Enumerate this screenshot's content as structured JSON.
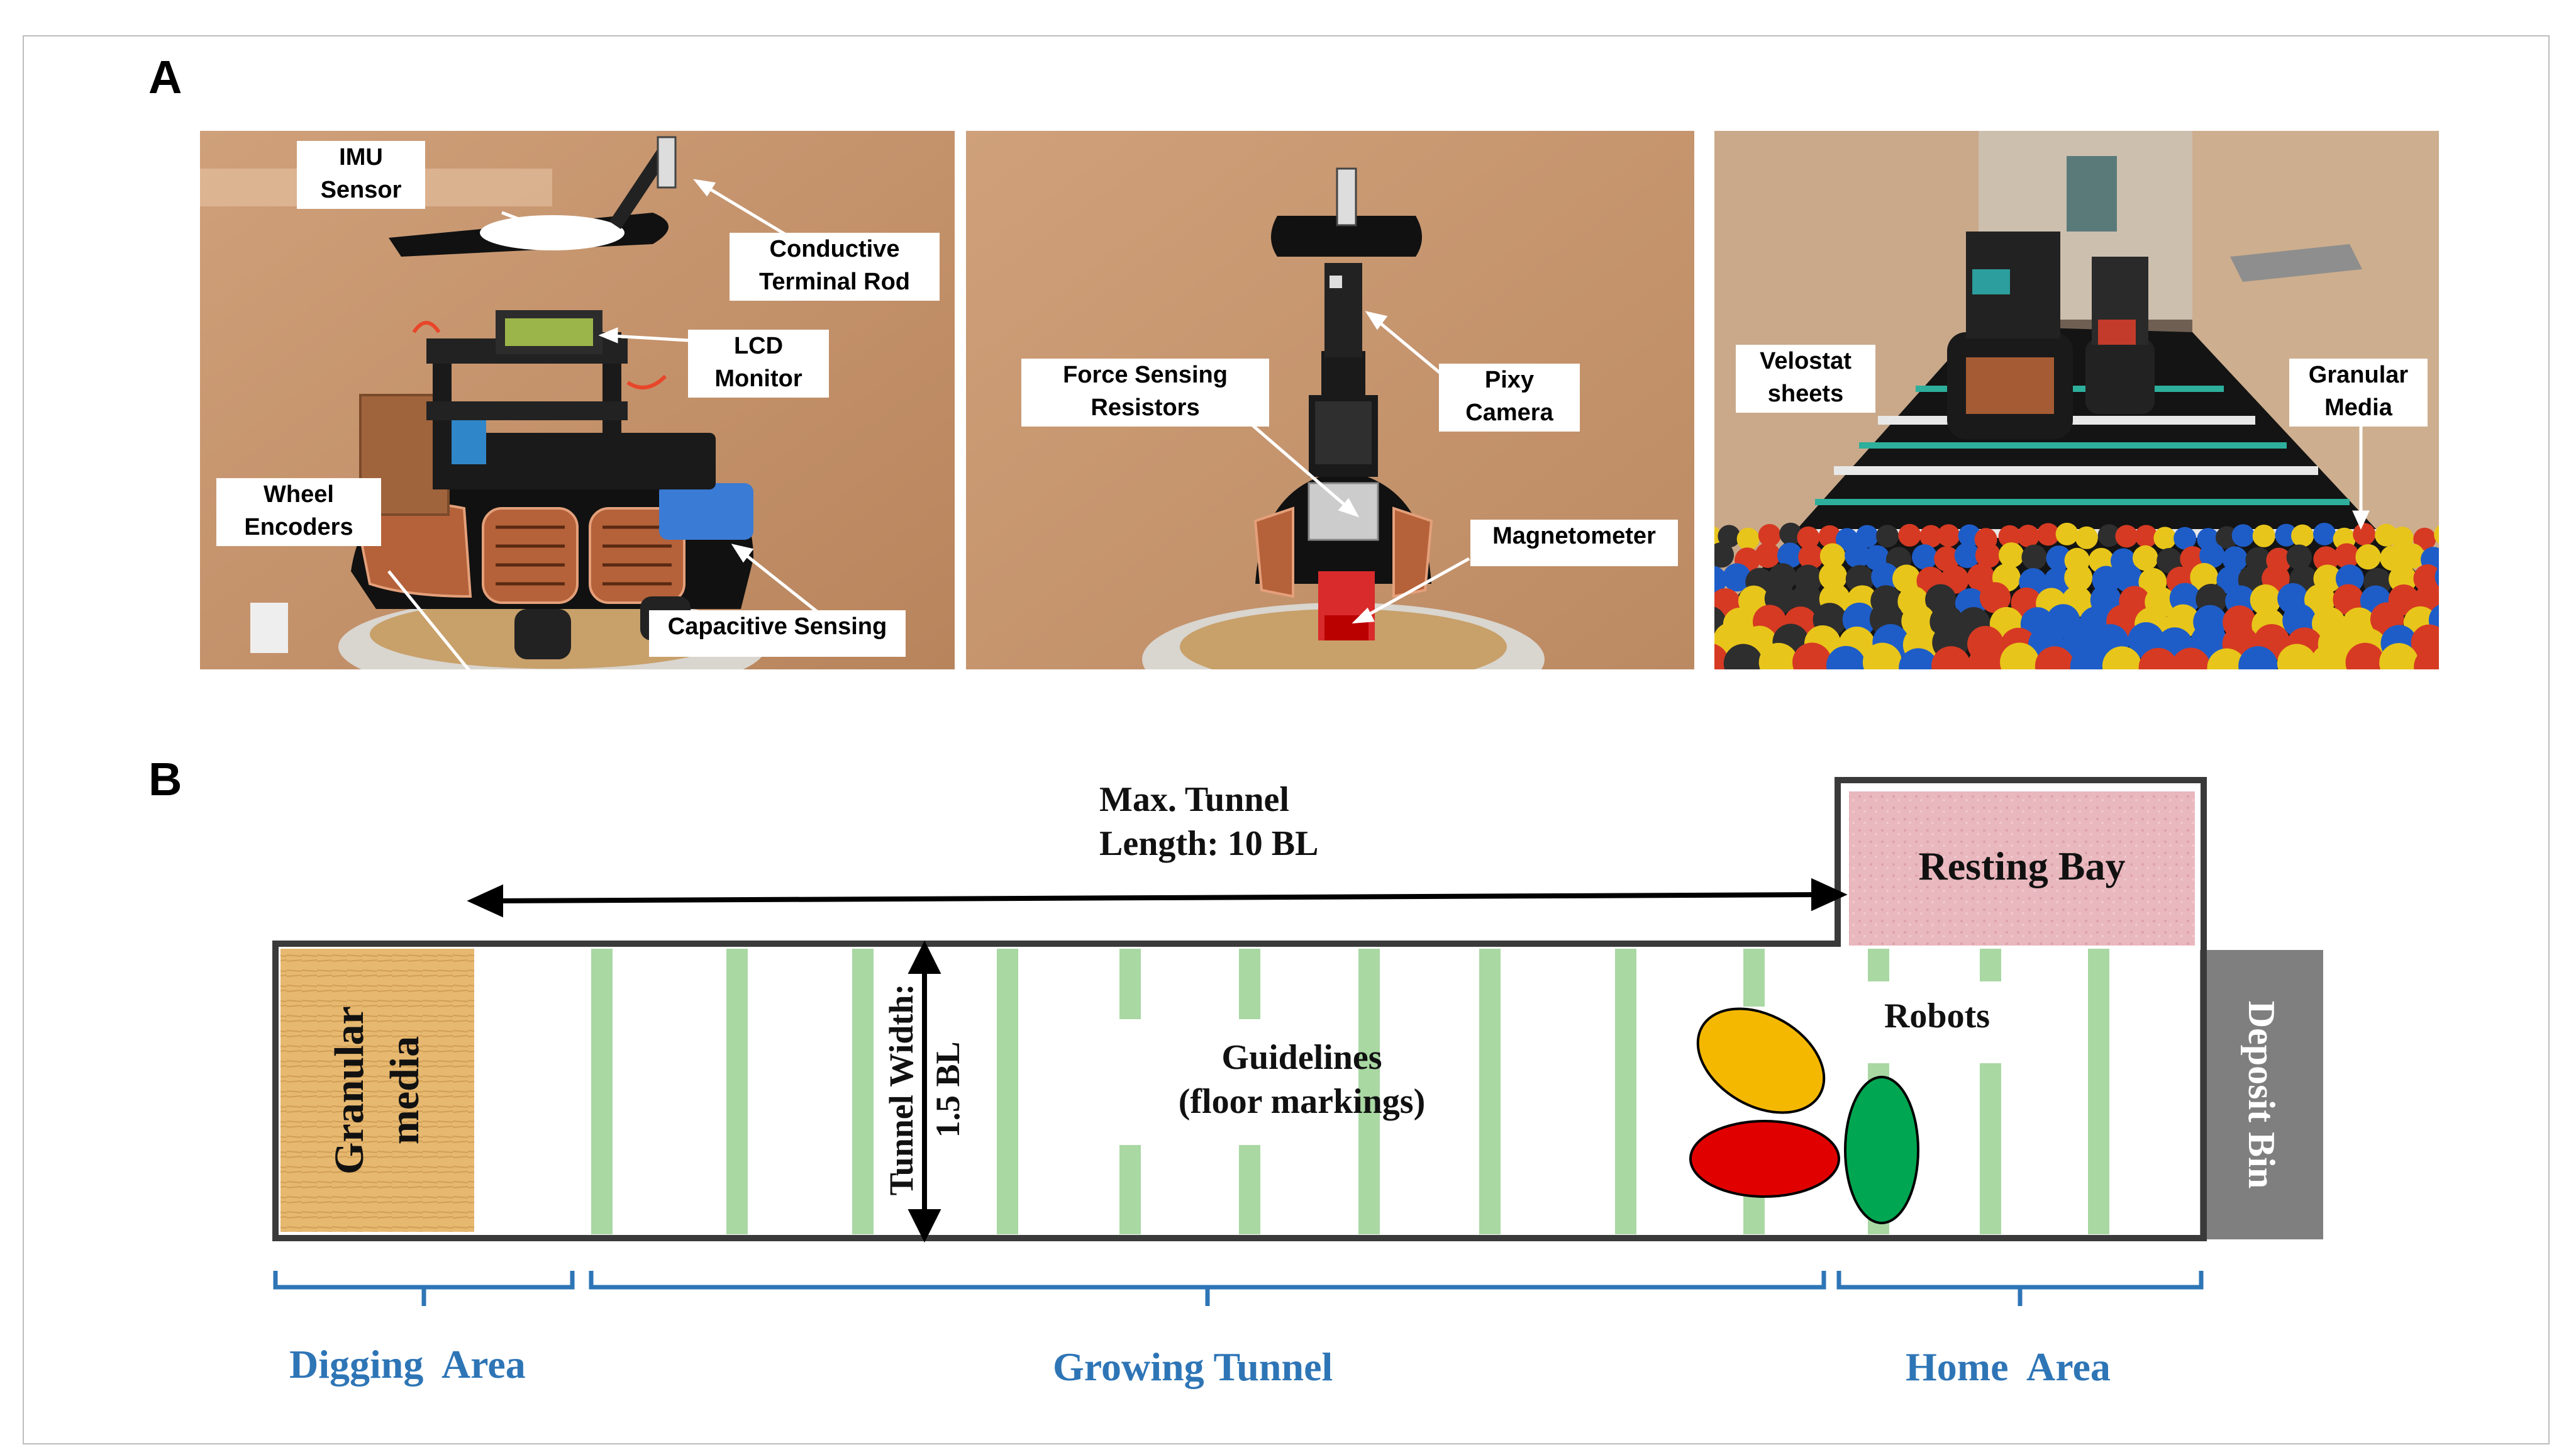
{
  "panel_a": {
    "letter": "A",
    "photo_left": {
      "callouts": {
        "imu": "IMU\nSensor",
        "rod": "Conductive\nTerminal Rod",
        "lcd": "LCD\nMonitor",
        "wheel": "Wheel\nEncoders",
        "capacitive": "Capacitive Sensing"
      }
    },
    "photo_middle": {
      "callouts": {
        "force": "Force Sensing\nResistors",
        "pixy": "Pixy\nCamera",
        "magnetometer": "Magnetometer"
      }
    },
    "photo_right": {
      "callouts": {
        "velostat": "Velostat\nsheets",
        "granular": "Granular\nMedia"
      }
    }
  },
  "panel_b": {
    "letter": "B",
    "max_tunnel": "Max. Tunnel\nLength: 10 BL",
    "resting_bay": "Resting Bay",
    "granular_media": "Granular\nmedia",
    "tunnel_width": "Tunnel Width:\n1.5 BL",
    "guidelines": "Guidelines\n(floor markings)",
    "robots": "Robots",
    "deposit_bin": "Deposit Bin",
    "areas": {
      "digging": "Digging  Area",
      "growing": "Growing Tunnel",
      "home": "Home  Area"
    },
    "colors": {
      "bracket_blue": "#2E75B6",
      "guideline_green": "#A9D8A3",
      "robot_yellow": "#F5B800",
      "robot_red": "#E00000",
      "robot_green": "#00A651",
      "resting_pink": "#E8B4BC",
      "deposit_gray": "#7F7F7F",
      "granular_tan": "#E3B46C"
    }
  }
}
